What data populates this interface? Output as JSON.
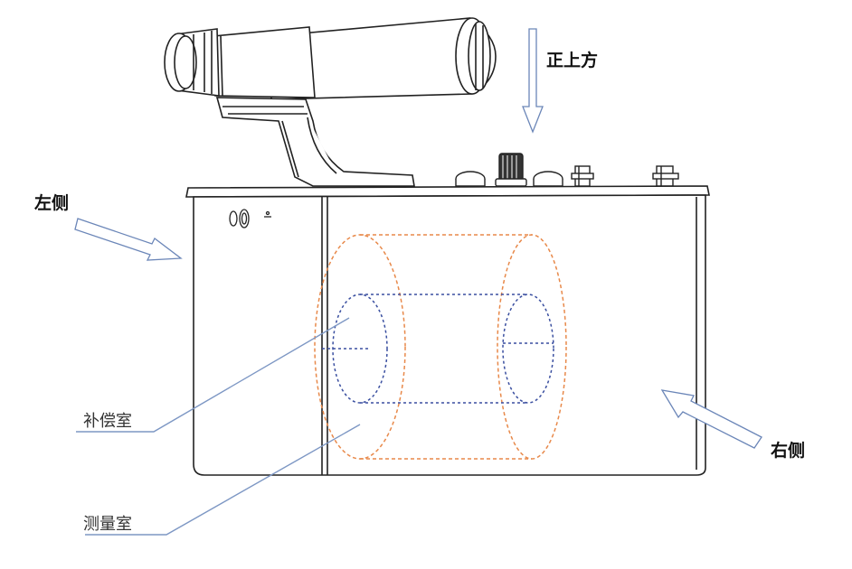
{
  "labels": {
    "top": "正上方",
    "left_side": "左侧",
    "right_side": "右侧",
    "compensation_chamber": "补偿室",
    "measurement_chamber": "测量室"
  },
  "colors": {
    "outline": "#222222",
    "compensation_dash": "#e8894a",
    "measurement_dash": "#3a4fa0",
    "arrow_fill": "#ffffff",
    "arrow_stroke": "#6b86b8",
    "leader_line": "#7d97c4"
  }
}
